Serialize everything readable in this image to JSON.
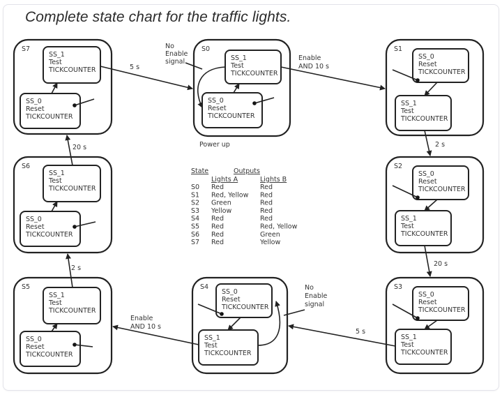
{
  "title": "Complete state chart for the traffic lights.",
  "states": [
    {
      "id": "S0",
      "label": "S0",
      "sub_top": {
        "name": "SS_1",
        "action": "Test",
        "target": "TICKCOUNTER"
      },
      "sub_bottom": {
        "name": "SS_0",
        "action": "Reset",
        "target": "TICKCOUNTER"
      },
      "note": "Power up"
    },
    {
      "id": "S1",
      "label": "S1",
      "sub_top": {
        "name": "SS_0",
        "action": "Reset",
        "target": "TICKCOUNTER"
      },
      "sub_bottom": {
        "name": "SS_1",
        "action": "Test",
        "target": "TICKCOUNTER"
      }
    },
    {
      "id": "S2",
      "label": "S2",
      "sub_top": {
        "name": "SS_0",
        "action": "Reset",
        "target": "TICKCOUNTER"
      },
      "sub_bottom": {
        "name": "SS_1",
        "action": "Test",
        "target": "TICKCOUNTER"
      }
    },
    {
      "id": "S3",
      "label": "S3",
      "sub_top": {
        "name": "SS_0",
        "action": "Reset",
        "target": "TICKCOUNTER"
      },
      "sub_bottom": {
        "name": "SS_1",
        "action": "Test",
        "target": "TICKCOUNTER"
      }
    },
    {
      "id": "S4",
      "label": "S4",
      "sub_top": {
        "name": "SS_0",
        "action": "Reset",
        "target": "TICKCOUNTER"
      },
      "sub_bottom": {
        "name": "SS_1",
        "action": "Test",
        "target": "TICKCOUNTER"
      }
    },
    {
      "id": "S5",
      "label": "S5",
      "sub_top": {
        "name": "SS_1",
        "action": "Test",
        "target": "TICKCOUNTER"
      },
      "sub_bottom": {
        "name": "SS_0",
        "action": "Reset",
        "target": "TICKCOUNTER"
      }
    },
    {
      "id": "S6",
      "label": "S6",
      "sub_top": {
        "name": "SS_1",
        "action": "Test",
        "target": "TICKCOUNTER"
      },
      "sub_bottom": {
        "name": "SS_0",
        "action": "Reset",
        "target": "TICKCOUNTER"
      }
    },
    {
      "id": "S7",
      "label": "S7",
      "sub_top": {
        "name": "SS_1",
        "action": "Test",
        "target": "TICKCOUNTER"
      },
      "sub_bottom": {
        "name": "SS_0",
        "action": "Reset",
        "target": "TICKCOUNTER"
      }
    }
  ],
  "transitions": [
    {
      "from": "S7",
      "to": "S0",
      "label": "5 s"
    },
    {
      "from": "S0",
      "to": "S1",
      "label": "Enable AND 10 s",
      "label_lines": [
        "Enable",
        "AND 10 s"
      ]
    },
    {
      "from": "S0",
      "to": "S0",
      "label": "No Enable signal",
      "label_lines": [
        "No",
        "Enable",
        "signal"
      ]
    },
    {
      "from": "S1",
      "to": "S2",
      "label": "2 s"
    },
    {
      "from": "S2",
      "to": "S3",
      "label": "20 s"
    },
    {
      "from": "S3",
      "to": "S4",
      "label": "5 s"
    },
    {
      "from": "S4",
      "to": "S4",
      "label": "No Enable signal",
      "label_lines": [
        "No",
        "Enable",
        "signal"
      ]
    },
    {
      "from": "S4",
      "to": "S5",
      "label": "Enable AND 10 s",
      "label_lines": [
        "Enable",
        "AND 10 s"
      ]
    },
    {
      "from": "S5",
      "to": "S6",
      "label": "2 s"
    },
    {
      "from": "S6",
      "to": "S7",
      "label": "20 s"
    }
  ],
  "outputs_table": {
    "header_state": "State",
    "header_outputs": "Outputs",
    "header_a": "Lights A",
    "header_b": "Lights B",
    "rows": [
      {
        "state": "S0",
        "a": "Red",
        "b": "Red"
      },
      {
        "state": "S1",
        "a": "Red, Yellow",
        "b": "Red"
      },
      {
        "state": "S2",
        "a": "Green",
        "b": "Red"
      },
      {
        "state": "S3",
        "a": "Yellow",
        "b": "Red"
      },
      {
        "state": "S4",
        "a": "Red",
        "b": "Red"
      },
      {
        "state": "S5",
        "a": "Red",
        "b": "Red, Yellow"
      },
      {
        "state": "S6",
        "a": "Red",
        "b": "Green"
      },
      {
        "state": "S7",
        "a": "Red",
        "b": "Yellow"
      }
    ]
  }
}
